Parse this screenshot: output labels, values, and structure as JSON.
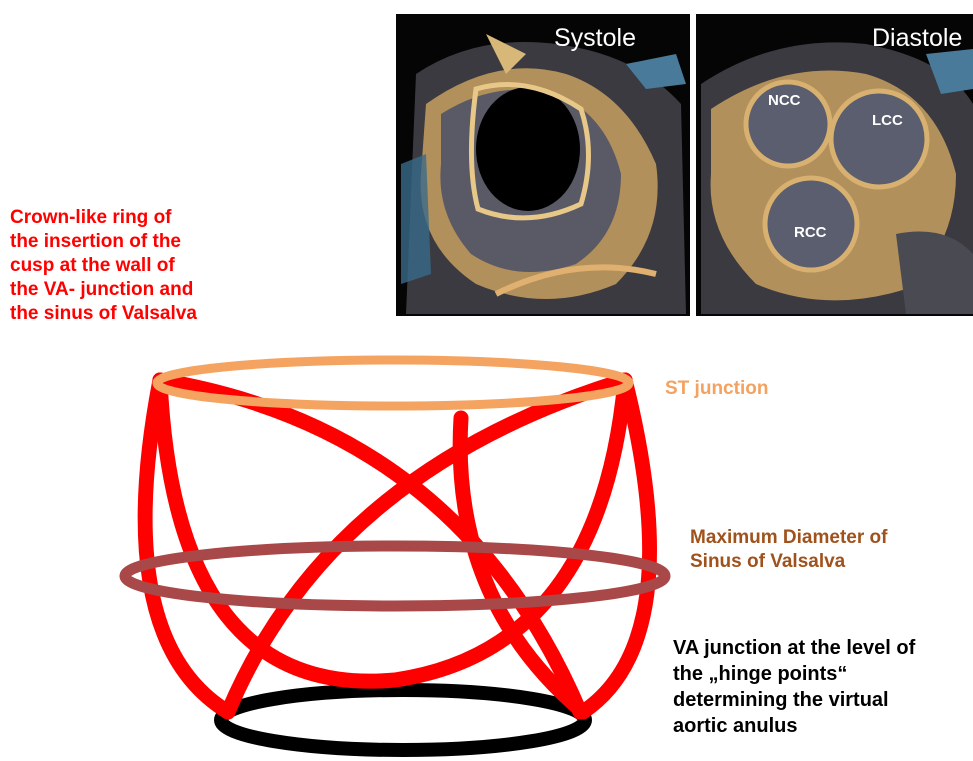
{
  "panels": [
    {
      "title": "Systole",
      "labels": []
    },
    {
      "title": "Diastole",
      "labels": [
        "NCC",
        "LCC",
        "RCC"
      ]
    }
  ],
  "annotations": {
    "crown": {
      "lines": [
        "Crown-like ring of",
        "the insertion of the",
        "cusp at the wall of",
        "the VA- junction and",
        "the sinus of Valsalva"
      ],
      "color": "#ff0000"
    },
    "st_junction": {
      "lines": [
        "ST junction"
      ],
      "color": "#f3a261"
    },
    "max_diameter": {
      "lines": [
        "Maximum Diameter of",
        "Sinus of Valsalva"
      ],
      "color": "#a0521c"
    },
    "va_junction": {
      "lines": [
        "VA junction at the level of",
        "the „hinge points“",
        "determining the virtual",
        "aortic anulus"
      ],
      "color": "#000000"
    }
  },
  "diagram_colors": {
    "crown_ring": "#ff0000",
    "st_ring": "#f4a460",
    "sinus_ring": "#a84848",
    "va_ring": "#000000"
  }
}
